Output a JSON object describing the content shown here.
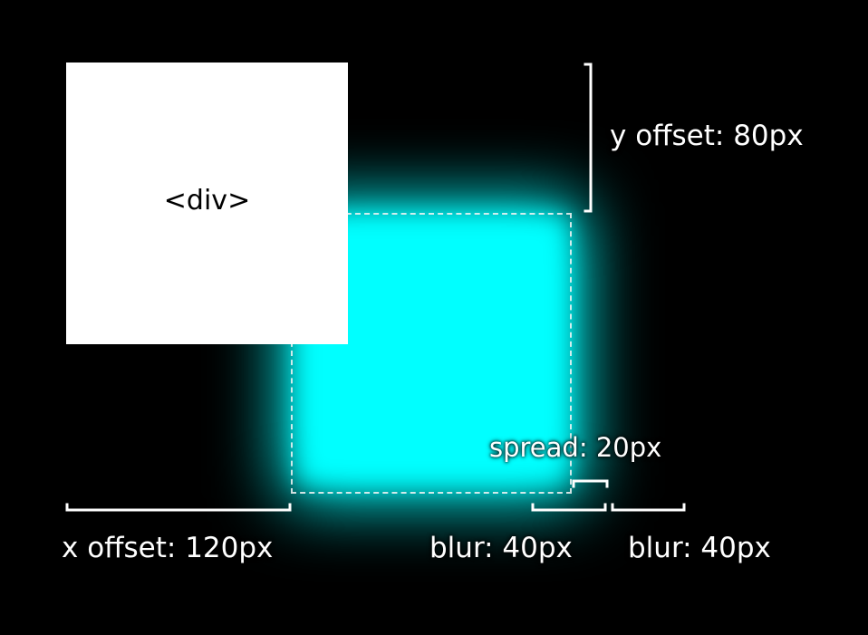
{
  "colors": {
    "background": "#000000",
    "shadow": "#00ffff",
    "box": "#ffffff",
    "annotation": "#ffffff"
  },
  "box": {
    "label": "<div>"
  },
  "annotations": {
    "y_offset": "y offset: 80px",
    "x_offset": "x offset: 120px",
    "spread": "spread: 20px",
    "blur_inner": "blur: 40px",
    "blur_outer": "blur: 40px"
  }
}
